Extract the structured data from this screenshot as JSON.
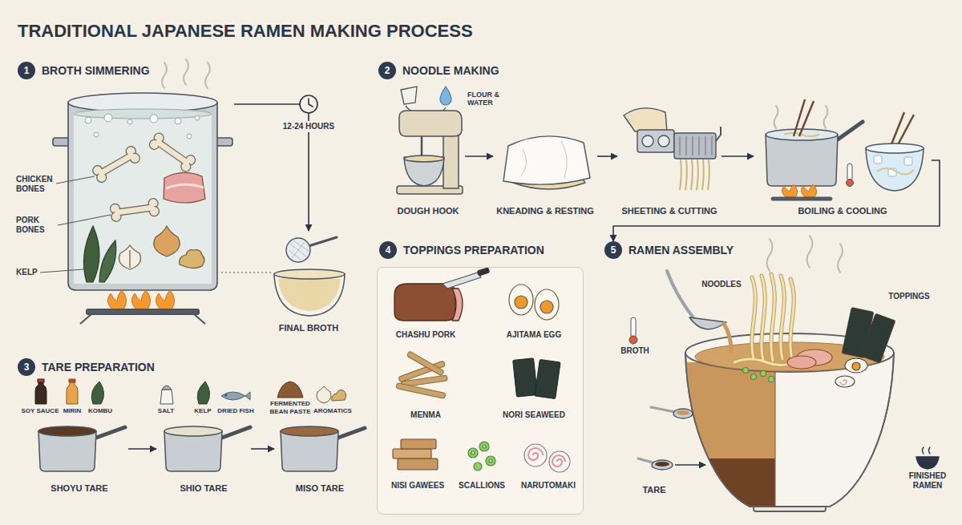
{
  "diagram": {
    "title": "TRADITIONAL JAPANESE RAMEN MAKING PROCESS",
    "nodes": [
      {
        "text": [
          "1",
          "BROTH SIMMERING"
        ]
      },
      {
        "text": [
          "CHICKEN BONES",
          "PORK BONES",
          "KELP"
        ]
      },
      {
        "text": [
          "FINAL BROTH"
        ]
      },
      {
        "text": [
          "2",
          "NOODLE MAKING"
        ]
      },
      {
        "text": [
          "DOUGH HOOK"
        ]
      },
      {
        "text": [
          "KNEADING & RESTING"
        ]
      },
      {
        "text": [
          "SHEETING & CUTTING"
        ]
      },
      {
        "text": [
          "BOILING & COOLING"
        ]
      },
      {
        "text": [
          "3",
          "TARE PREPARATION"
        ]
      },
      {
        "text": [
          "SHOYU TARE"
        ]
      },
      {
        "text": [
          "SHIO TARE"
        ]
      },
      {
        "text": [
          "MISO TARE"
        ]
      },
      {
        "text": [
          "4",
          "TOPPINGS PREPARATION"
        ]
      },
      {
        "text": [
          "CHASHU PORK",
          "AJITAMA EGG",
          "MENMA",
          "NORI SEAWEED",
          "NISI GAWEES",
          "SCALLIONS",
          "NARUTOMAKI"
        ]
      },
      {
        "text": [
          "5",
          "RAMEN ASSEMBLY"
        ]
      },
      {
        "text": [
          "FINISHED RAMEN"
        ]
      },
      {
        "text": [
          "TARE"
        ]
      }
    ],
    "edges": [
      {
        "from": 1,
        "to": 2,
        "label": "12-24 HOURS",
        "arrow": "to"
      },
      {
        "from": 4,
        "to": 5,
        "arrow": "to"
      },
      {
        "from": 5,
        "to": 6,
        "arrow": "to"
      },
      {
        "from": 6,
        "to": 7,
        "arrow": "to"
      },
      {
        "from": 7,
        "to": 14,
        "arrow": "to"
      },
      {
        "from": 9,
        "to": 10,
        "arrow": "to"
      },
      {
        "from": 10,
        "to": 11,
        "arrow": "to"
      },
      {
        "from": 16,
        "to": 15,
        "arrow": "to"
      }
    ],
    "labels": [
      "FLOUR & WATER",
      "SOY SAUCE",
      "MIRIN",
      "KOMBU",
      "SALT",
      "KELP",
      "DRIED FISH",
      "FERMENTED BEAN PASTE",
      "AROMATICS",
      "NOODLES",
      "TOPPINGS",
      "BROTH"
    ]
  }
}
